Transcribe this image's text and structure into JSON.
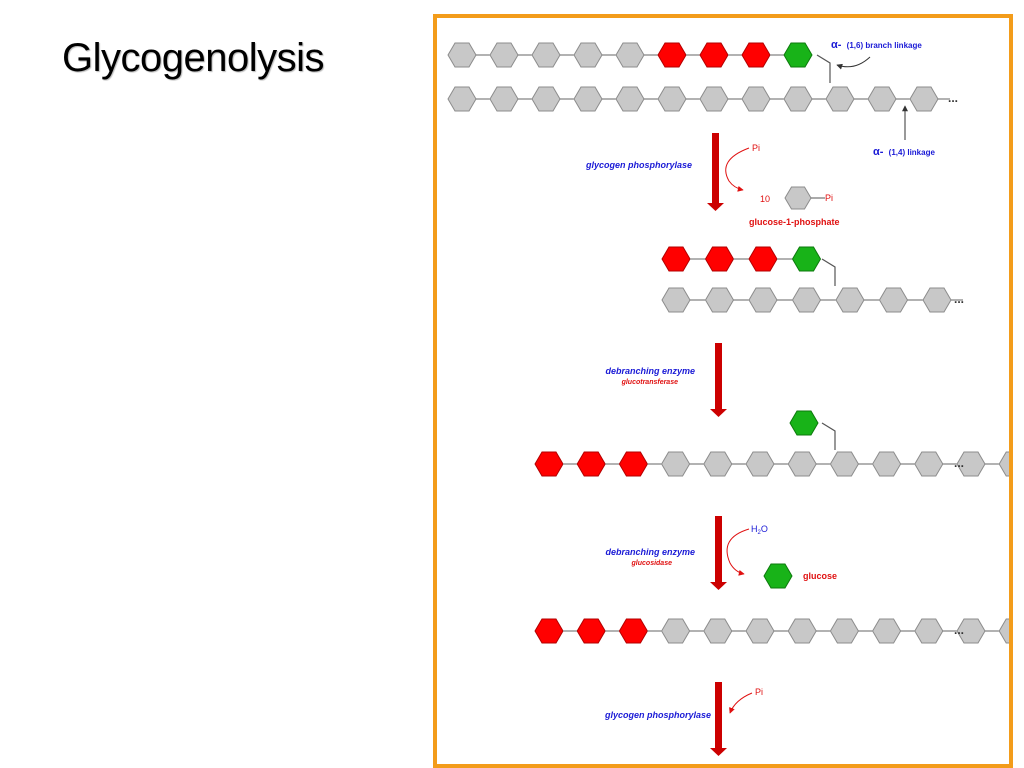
{
  "slide": {
    "title": "Glycogenolysis"
  },
  "colors": {
    "frame": "#f39c1a",
    "unit_gray": "#c8c8c8",
    "unit_red": "#ff0000",
    "unit_green": "#18b318",
    "arrow": "#cc0000",
    "enzyme_text": "#1a1ad6",
    "product_text": "#e01010"
  },
  "diagram": {
    "branch_label_prefix": "α-",
    "branch_label": "(1,6) branch linkage",
    "linear_label_prefix": "α-",
    "linear_label": "(1,4) linkage",
    "ellipsis": "...",
    "steps": [
      {
        "enzyme": "glycogen phosphorylase",
        "subenzyme": "",
        "reagent": "Pi",
        "count": "10",
        "product_pi": "Pi",
        "product": "glucose-1-phosphate"
      },
      {
        "enzyme": "debranching enzyme",
        "subenzyme": "glucotransferase"
      },
      {
        "enzyme": "debranching enzyme",
        "subenzyme": "glucosidase",
        "reagent_main": "H",
        "reagent_sub": "2",
        "reagent_tail": "O",
        "product": "glucose"
      },
      {
        "enzyme": "glycogen phosphorylase",
        "reagent": "Pi"
      }
    ],
    "chains": {
      "chain1_top": [
        "gray",
        "gray",
        "gray",
        "gray",
        "gray",
        "red",
        "red",
        "red",
        "green"
      ],
      "chain1_bottom": [
        "gray",
        "gray",
        "gray",
        "gray",
        "gray",
        "gray",
        "gray",
        "gray",
        "gray",
        "gray",
        "gray",
        "gray"
      ],
      "chain2_top": [
        "red",
        "red",
        "red",
        "green"
      ],
      "chain2_bottom": [
        "gray",
        "gray",
        "gray",
        "gray",
        "gray",
        "gray",
        "gray"
      ],
      "chain3_branch": [
        "green"
      ],
      "chain3_main": [
        "red",
        "red",
        "red",
        "gray",
        "gray",
        "gray",
        "gray",
        "gray",
        "gray",
        "gray",
        "gray",
        "gray",
        "gray"
      ],
      "chain4_main": [
        "red",
        "red",
        "red",
        "gray",
        "gray",
        "gray",
        "gray",
        "gray",
        "gray",
        "gray",
        "gray",
        "gray",
        "gray"
      ]
    }
  }
}
